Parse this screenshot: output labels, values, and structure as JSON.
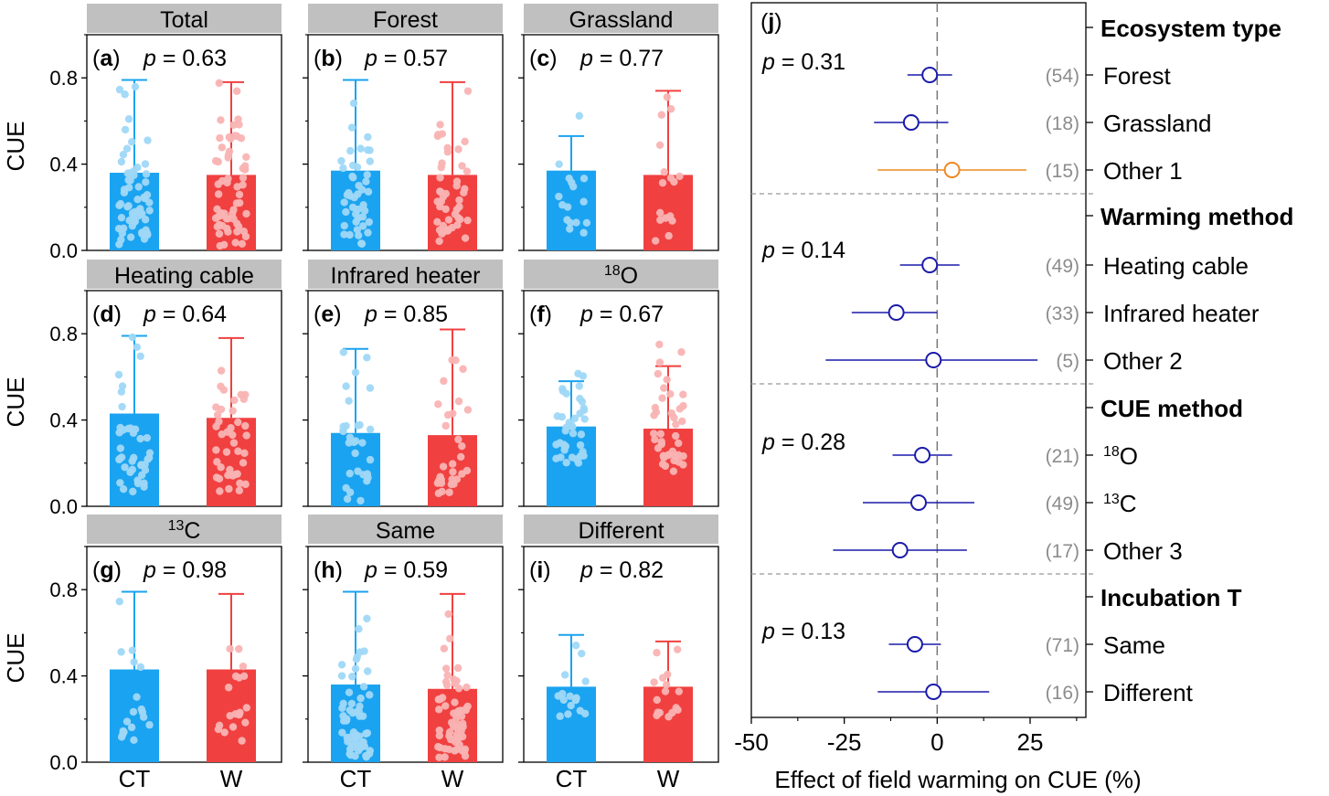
{
  "colors": {
    "ct_bar": "#1aa3f0",
    "ct_point": "#9fd8f7",
    "w_bar": "#f04040",
    "w_point": "#f9b3b3",
    "strip": "#c0c0c0",
    "forest_blue": "#1a1aaa",
    "forest_orange": "#ee8822",
    "count_gray": "#8c8c8c"
  },
  "chart_data": [
    {
      "type": "bar",
      "panels": [
        {
          "strip": "Total",
          "label": "(a)",
          "p_prefix": "p",
          "p_rest": " = 0.63",
          "CT": {
            "mean": 0.36,
            "whisker": 0.79
          },
          "W": {
            "mean": 0.35,
            "whisker": 0.78
          },
          "n_points": 60,
          "spread": [
            0.0,
            0.79
          ]
        },
        {
          "strip": "Forest",
          "label": "(b)",
          "p_prefix": "p",
          "p_rest": " = 0.57",
          "CT": {
            "mean": 0.37,
            "whisker": 0.79
          },
          "W": {
            "mean": 0.35,
            "whisker": 0.78
          },
          "n_points": 45,
          "spread": [
            0.0,
            0.79
          ]
        },
        {
          "strip": "Grassland",
          "label": "(c)",
          "p_prefix": "p",
          "p_rest": " = 0.77",
          "CT": {
            "mean": 0.37,
            "whisker": 0.53
          },
          "W": {
            "mean": 0.35,
            "whisker": 0.74
          },
          "n_points": 16,
          "spread": [
            0.02,
            0.78
          ]
        },
        {
          "strip": "Heating cable",
          "label": "(d)",
          "p_prefix": "p",
          "p_rest": " = 0.64",
          "CT": {
            "mean": 0.43,
            "whisker": 0.79
          },
          "W": {
            "mean": 0.41,
            "whisker": 0.78
          },
          "n_points": 40,
          "spread": [
            0.05,
            0.79
          ]
        },
        {
          "strip": "Infrared heater",
          "label": "(e)",
          "p_prefix": "p",
          "p_rest": " = 0.85",
          "CT": {
            "mean": 0.34,
            "whisker": 0.73
          },
          "W": {
            "mean": 0.33,
            "whisker": 0.82
          },
          "n_points": 30,
          "spread": [
            0.0,
            0.82
          ]
        },
        {
          "strip": "18O",
          "label": "(f)",
          "p_prefix": "p",
          "p_rest": " = 0.67",
          "CT": {
            "mean": 0.37,
            "whisker": 0.58
          },
          "W": {
            "mean": 0.36,
            "whisker": 0.65
          },
          "n_points": 40,
          "spread": [
            0.15,
            0.78
          ]
        },
        {
          "strip": "13C",
          "label": "(g)",
          "p_prefix": "p",
          "p_rest": " = 0.98",
          "CT": {
            "mean": 0.43,
            "whisker": 0.79
          },
          "W": {
            "mean": 0.43,
            "whisker": 0.78
          },
          "n_points": 18,
          "spread": [
            0.07,
            0.79
          ]
        },
        {
          "strip": "Same",
          "label": "(h)",
          "p_prefix": "p",
          "p_rest": " = 0.59",
          "CT": {
            "mean": 0.36,
            "whisker": 0.79
          },
          "W": {
            "mean": 0.34,
            "whisker": 0.78
          },
          "n_points": 60,
          "spread": [
            0.0,
            0.79
          ]
        },
        {
          "strip": "Different",
          "label": "(i)",
          "p_prefix": "p",
          "p_rest": " = 0.82",
          "CT": {
            "mean": 0.35,
            "whisker": 0.59
          },
          "W": {
            "mean": 0.35,
            "whisker": 0.56
          },
          "n_points": 16,
          "spread": [
            0.19,
            0.56
          ]
        }
      ],
      "ylabel": "CUE",
      "yticks": [
        "0.0",
        "0.4",
        "0.8"
      ],
      "ylim": [
        0,
        1.0
      ],
      "categories": [
        "CT",
        "W"
      ]
    },
    {
      "type": "scatter",
      "label": "(j)",
      "xlabel": "Effect of field warming on CUE (%)",
      "xlim": [
        -50,
        40
      ],
      "xticks": [
        "-50",
        "-25",
        "0",
        "25"
      ],
      "groups": [
        {
          "header": "Ecosystem type",
          "p_prefix": "p",
          "p_rest": " = 0.31",
          "rows": [
            {
              "label": "Forest",
              "sup": "",
              "n": "(54)",
              "mean": -2,
              "lo": -8,
              "hi": 4,
              "color": "#1a1aaa"
            },
            {
              "label": "Grassland",
              "sup": "",
              "n": "(18)",
              "mean": -7,
              "lo": -17,
              "hi": 3,
              "color": "#1a1aaa"
            },
            {
              "label": "Other 1",
              "sup": "",
              "n": "(15)",
              "mean": 4,
              "lo": -16,
              "hi": 24,
              "color": "#ee8822"
            }
          ]
        },
        {
          "header": "Warming method",
          "p_prefix": "p",
          "p_rest": " = 0.14",
          "rows": [
            {
              "label": "Heating cable",
              "sup": "",
              "n": "(49)",
              "mean": -2,
              "lo": -10,
              "hi": 6,
              "color": "#1a1aaa"
            },
            {
              "label": "Infrared heater",
              "sup": "",
              "n": "(33)",
              "mean": -11,
              "lo": -23,
              "hi": 0,
              "color": "#1a1aaa"
            },
            {
              "label": "Other 2",
              "sup": "",
              "n": "(5)",
              "mean": -1,
              "lo": -30,
              "hi": 27,
              "color": "#1a1aaa"
            }
          ]
        },
        {
          "header": "CUE method",
          "p_prefix": "p",
          "p_rest": " = 0.28",
          "rows": [
            {
              "label": "O",
              "sup": "18",
              "n": "(21)",
              "mean": -4,
              "lo": -12,
              "hi": 4,
              "color": "#1a1aaa"
            },
            {
              "label": "C",
              "sup": "13",
              "n": "(49)",
              "mean": -5,
              "lo": -20,
              "hi": 10,
              "color": "#1a1aaa"
            },
            {
              "label": "Other 3",
              "sup": "",
              "n": "(17)",
              "mean": -10,
              "lo": -28,
              "hi": 8,
              "color": "#1a1aaa"
            }
          ]
        },
        {
          "header": "Incubation T",
          "p_prefix": "p",
          "p_rest": " = 0.13",
          "rows": [
            {
              "label": "Same",
              "sup": "",
              "n": "(71)",
              "mean": -6,
              "lo": -13,
              "hi": 1,
              "color": "#1a1aaa"
            },
            {
              "label": "Different",
              "sup": "",
              "n": "(16)",
              "mean": -1,
              "lo": -16,
              "hi": 14,
              "color": "#1a1aaa"
            }
          ]
        }
      ]
    }
  ]
}
